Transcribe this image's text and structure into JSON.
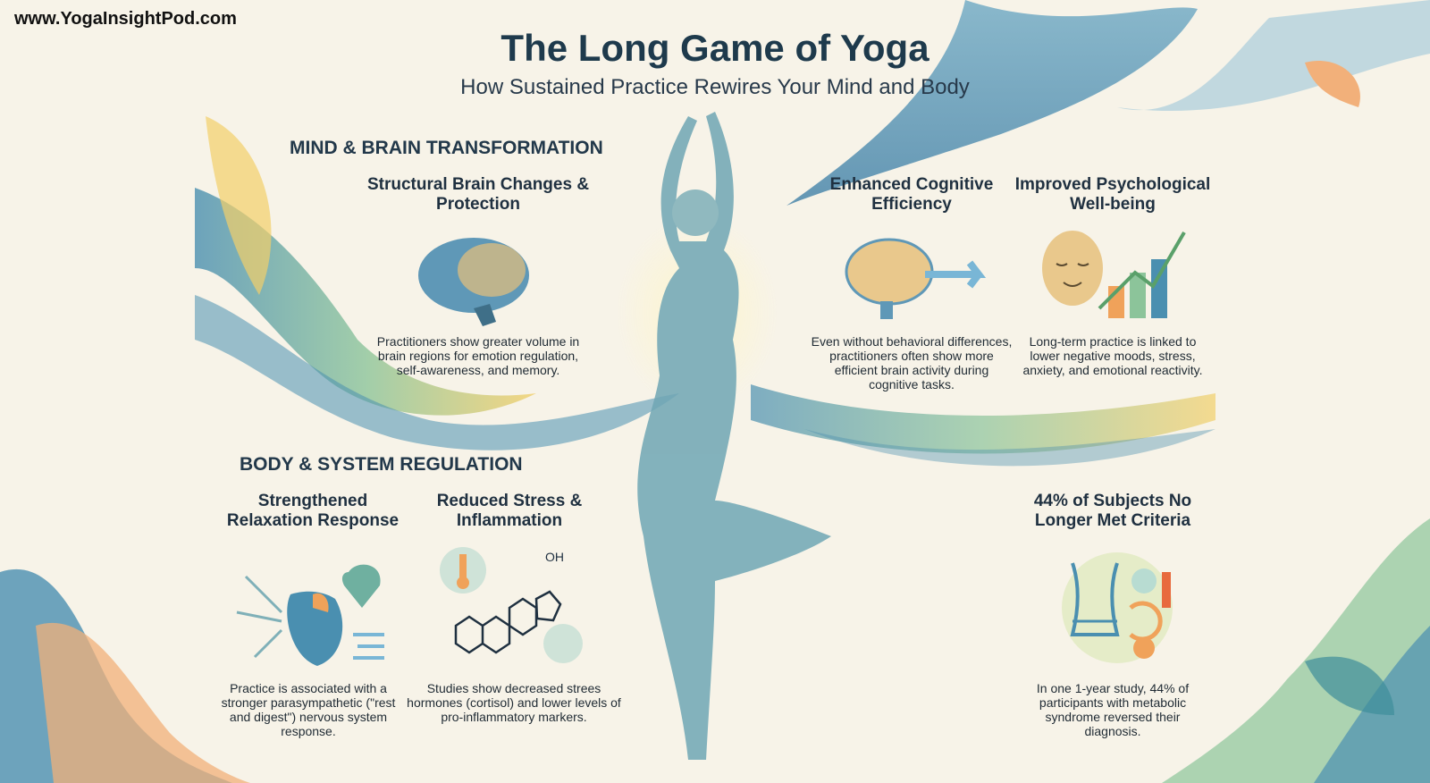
{
  "site": "www.YogaInsightPod.com",
  "header": {
    "title": "The Long Game of Yoga",
    "subtitle": "How Sustained Practice Rewires Your Mind and Body"
  },
  "mind_section": {
    "heading": "MIND & BRAIN TRANSFORMATION",
    "cards": [
      {
        "title": "Structural Brain Changes & Protection",
        "text": "Practitioners show greater volume in brain regions for emotion regulation, self-awareness, and memory.",
        "icon": "brain-icon"
      },
      {
        "title": "Enhanced Cognitive Efficiency",
        "text": "Even without behavioral differences, practitioners often show more efficient brain activity during cognitive tasks.",
        "icon": "circuit-brain-icon"
      },
      {
        "title": "Improved Psychological Well-being",
        "text": "Long-term practice is linked to lower negative moods, stress, anxiety, and emotional reactivity.",
        "icon": "calm-face-chart-icon"
      }
    ]
  },
  "body_section": {
    "heading": "BODY & SYSTEM REGULATION",
    "cards": [
      {
        "title": "Strengthened Relaxation Response",
        "text": "Practice is associated with a stronger parasympathetic (\"rest and digest\") nervous system response.",
        "icon": "heart-icon"
      },
      {
        "title": "Reduced Stress & Inflammation",
        "text": "Studies show decreased strees hormones (cortisol) and lower levels of pro-inflammatory markers.",
        "icon": "cortisol-molecule-icon"
      },
      {
        "title": "44% of Subjects No Longer Met Criteria",
        "text": "In one 1-year study, 44% of participants with metabolic syndrome reversed their diagnosis.",
        "icon": "waist-measure-icon"
      }
    ]
  },
  "colors": {
    "teal": "#4a8fb0",
    "green": "#8cc49a",
    "orange": "#f0a25a",
    "yellow": "#f2cf6a",
    "background": "#f7f3e8",
    "text": "#1e3a4c"
  }
}
